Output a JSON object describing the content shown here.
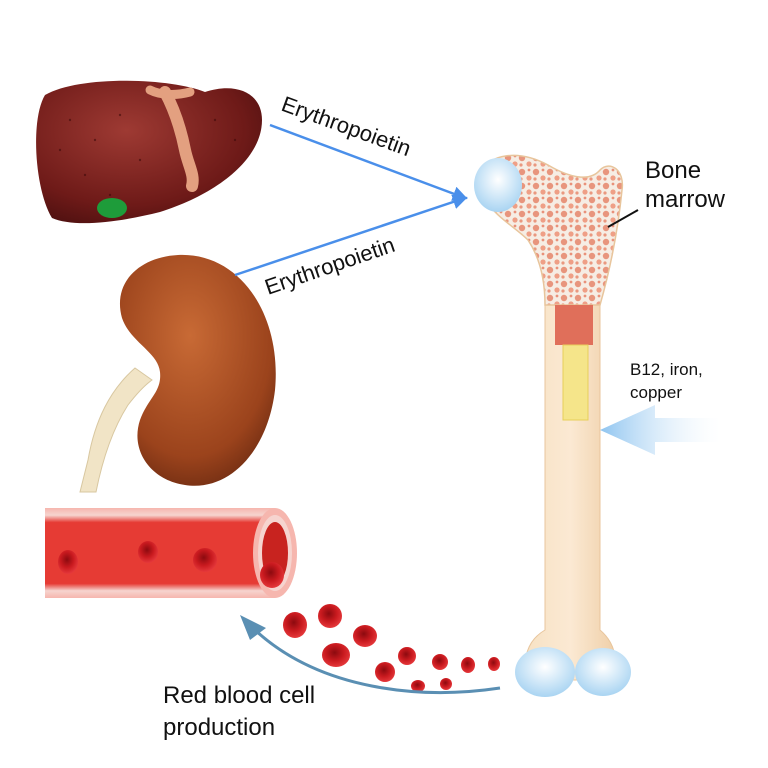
{
  "labels": {
    "arrow_liver": "Erythropoietin",
    "arrow_kidney": "Erythropoietin",
    "bone_marrow_line1": "Bone",
    "bone_marrow_line2": "marrow",
    "nutrients_line1": "B12, iron,",
    "nutrients_line2": "copper",
    "production_line1": "Red blood cell",
    "production_line2": "production"
  },
  "icons": {
    "liver": "liver-icon",
    "gallbladder": "gallbladder-icon",
    "kidney": "kidney-icon",
    "ureter": "ureter-icon",
    "bone": "femur-bone-icon",
    "blood_vessel": "blood-vessel-icon",
    "red_blood_cells": "red-blood-cell-icon"
  },
  "colors": {
    "liver": "#7a1f1c",
    "kidney": "#a44a1f",
    "bone": "#f3d9b8",
    "marrow": "#e88e7a",
    "epo_arrow": "#4a8fea",
    "nutrient_arrow": "#9ccbf2",
    "cycle_arrow": "#5a8fb3",
    "blood": "#c9161b",
    "vessel_wall": "#f28b8b"
  }
}
